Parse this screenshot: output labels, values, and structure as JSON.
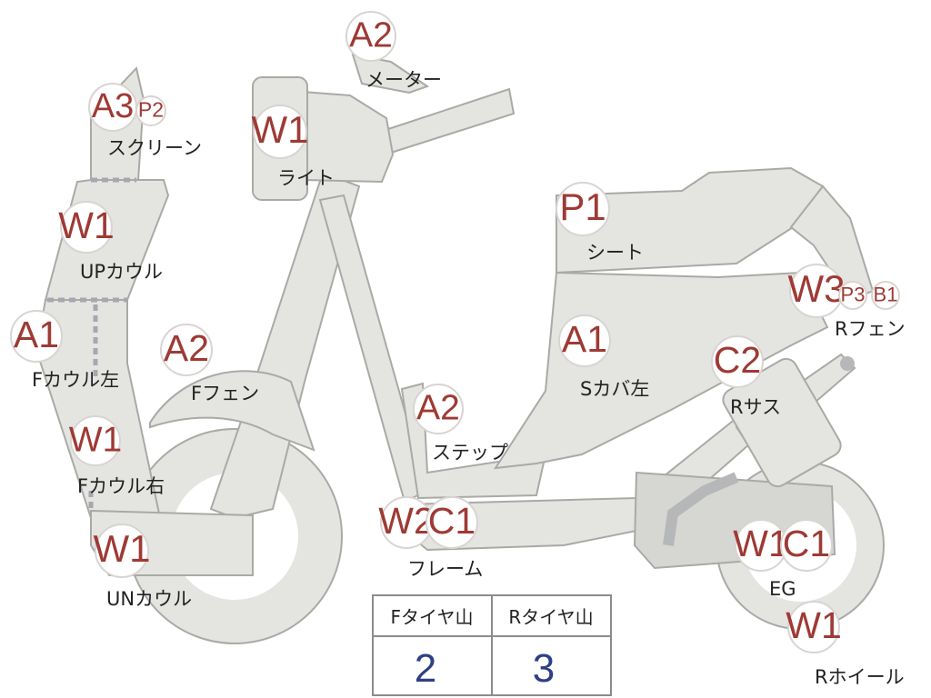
{
  "parts": [
    {
      "id": "screen",
      "label": "スクリーン",
      "badges": [
        "A3",
        "P2"
      ]
    },
    {
      "id": "up-cowl",
      "label": "UPカウル",
      "badges": [
        "W1"
      ]
    },
    {
      "id": "f-cowl-l",
      "label": "Fカウル左",
      "badges": [
        "A1"
      ]
    },
    {
      "id": "f-cowl-r",
      "label": "Fカウル右",
      "badges": [
        "W1"
      ]
    },
    {
      "id": "un-cowl",
      "label": "UNカウル",
      "badges": [
        "W1"
      ]
    },
    {
      "id": "light",
      "label": "ライト",
      "badges": [
        "W1"
      ]
    },
    {
      "id": "meter",
      "label": "メーター",
      "badges": [
        "A2"
      ]
    },
    {
      "id": "f-fender",
      "label": "Fフェン",
      "badges": [
        "A2"
      ]
    },
    {
      "id": "step",
      "label": "ステップ",
      "badges": [
        "A2"
      ]
    },
    {
      "id": "frame",
      "label": "フレーム",
      "badges": [
        "W2",
        "C1"
      ]
    },
    {
      "id": "seat",
      "label": "シート",
      "badges": [
        "P1"
      ]
    },
    {
      "id": "s-cover",
      "label": "Sカバ左",
      "badges": [
        "A1"
      ]
    },
    {
      "id": "r-fender",
      "label": "Rフェン",
      "badges": [
        "W3",
        "P3",
        "B1"
      ]
    },
    {
      "id": "r-sus",
      "label": "Rサス",
      "badges": [
        "C2"
      ]
    },
    {
      "id": "engine",
      "label": "EG",
      "badges": [
        "W1",
        "C1"
      ]
    },
    {
      "id": "r-wheel",
      "label": "Rホイール",
      "badges": [
        "W1"
      ]
    }
  ],
  "tire_table": {
    "headers": [
      "Fタイヤ山",
      "Rタイヤ山"
    ],
    "values": [
      "2",
      "3"
    ]
  },
  "colors": {
    "badge_text": "#9e3a34",
    "part_fill": "#e4e4e1",
    "part_stroke": "#a9aaa6",
    "table_value": "#2e3f86",
    "table_border": "#8c8c8c"
  }
}
